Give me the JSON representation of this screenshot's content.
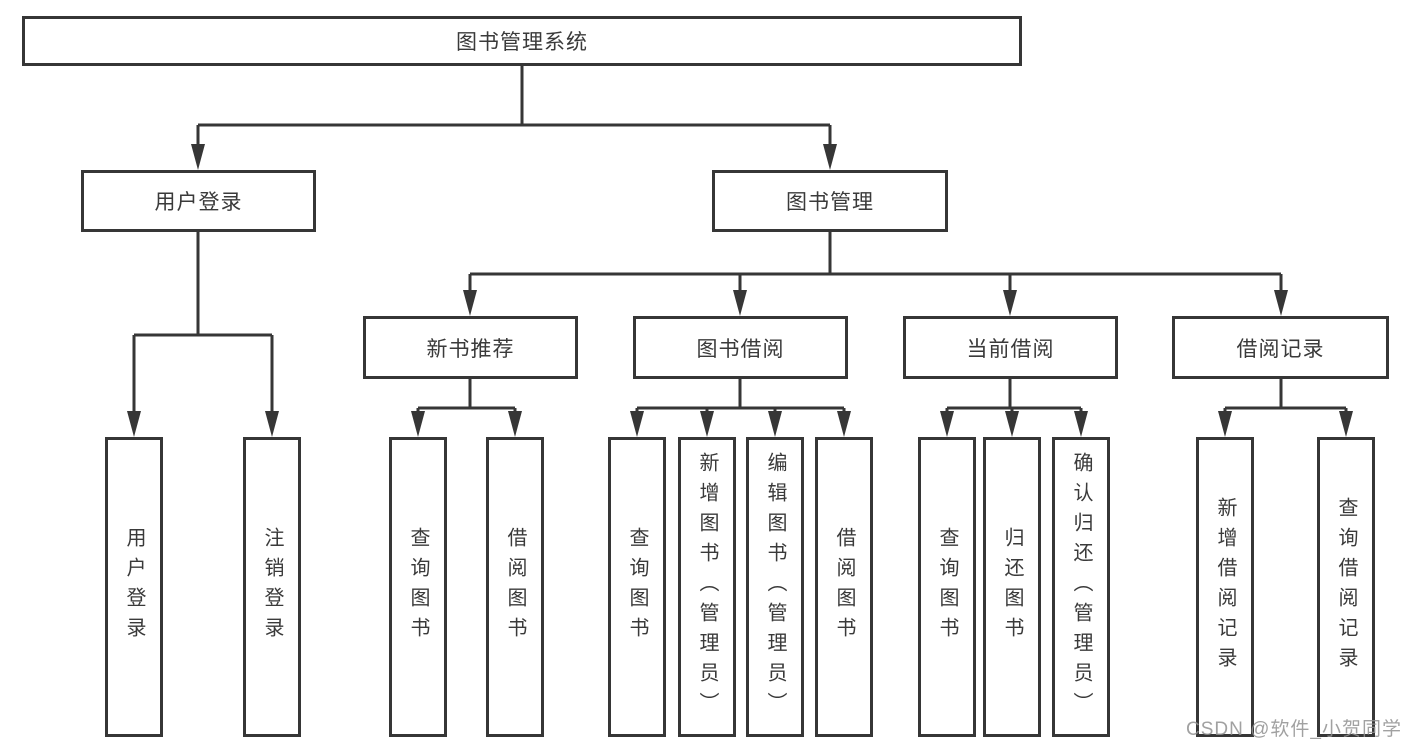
{
  "tree": {
    "label": "图书管理系统",
    "children": [
      {
        "label": "用户登录",
        "children": [
          {
            "label": "用户登录"
          },
          {
            "label": "注销登录"
          }
        ]
      },
      {
        "label": "图书管理",
        "children": [
          {
            "label": "新书推荐",
            "children": [
              {
                "label": "查询图书"
              },
              {
                "label": "借阅图书"
              }
            ]
          },
          {
            "label": "图书借阅",
            "children": [
              {
                "label": "查询图书"
              },
              {
                "label": "新增图书（管理员）"
              },
              {
                "label": "编辑图书（管理员）"
              },
              {
                "label": "借阅图书"
              }
            ]
          },
          {
            "label": "当前借阅",
            "children": [
              {
                "label": "查询图书"
              },
              {
                "label": "归还图书"
              },
              {
                "label": "确认归还（管理员）"
              }
            ]
          },
          {
            "label": "借阅记录",
            "children": [
              {
                "label": "新增借阅记录"
              },
              {
                "label": "查询借阅记录"
              }
            ]
          }
        ]
      }
    ]
  },
  "watermark": "CSDN @软件_小贺同学",
  "colors": {
    "line": "#363636",
    "text": "#3a3a3a",
    "watermark": "#919191",
    "background": "#ffffff"
  }
}
